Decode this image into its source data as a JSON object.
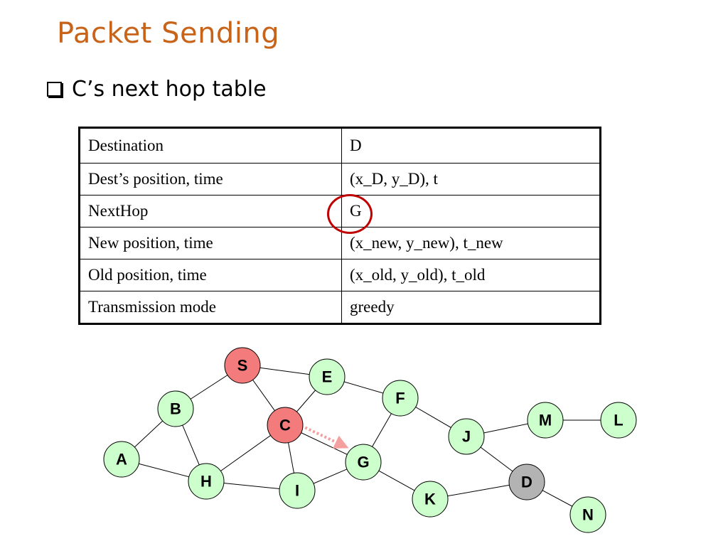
{
  "slide": {
    "title": "Packet Sending",
    "bullet": "C’s next hop table"
  },
  "table": {
    "rows": [
      {
        "field": "Destination",
        "value": "D"
      },
      {
        "field": "Dest’s position, time",
        "value": "(x_D, y_D), t"
      },
      {
        "field": "NextHop",
        "value": "G"
      },
      {
        "field": "New position, time",
        "value": "(x_new, y_new), t_new"
      },
      {
        "field": "Old position, time",
        "value": "(x_old, y_old), t_old"
      },
      {
        "field": "Transmission mode",
        "value": "greedy"
      }
    ],
    "highlight_color": "#c00000"
  },
  "network": {
    "colors": {
      "default": "#ccffcc",
      "source": "#f47b7b",
      "current": "#f47b7b",
      "destination": "#b3b3b3",
      "forward_arrow": "#f4a0a0"
    },
    "nodes": [
      {
        "id": "S",
        "role": "source"
      },
      {
        "id": "E",
        "role": "default"
      },
      {
        "id": "F",
        "role": "default"
      },
      {
        "id": "B",
        "role": "default"
      },
      {
        "id": "C",
        "role": "current"
      },
      {
        "id": "J",
        "role": "default"
      },
      {
        "id": "M",
        "role": "default"
      },
      {
        "id": "L",
        "role": "default"
      },
      {
        "id": "A",
        "role": "default"
      },
      {
        "id": "G",
        "role": "default"
      },
      {
        "id": "H",
        "role": "default"
      },
      {
        "id": "I",
        "role": "default"
      },
      {
        "id": "D",
        "role": "destination"
      },
      {
        "id": "K",
        "role": "default"
      },
      {
        "id": "N",
        "role": "default"
      }
    ],
    "edges": [
      [
        "S",
        "E"
      ],
      [
        "S",
        "B"
      ],
      [
        "S",
        "C"
      ],
      [
        "E",
        "F"
      ],
      [
        "E",
        "C"
      ],
      [
        "B",
        "A"
      ],
      [
        "B",
        "H"
      ],
      [
        "A",
        "H"
      ],
      [
        "C",
        "H"
      ],
      [
        "C",
        "I"
      ],
      [
        "C",
        "G"
      ],
      [
        "H",
        "I"
      ],
      [
        "I",
        "G"
      ],
      [
        "G",
        "F"
      ],
      [
        "G",
        "K"
      ],
      [
        "F",
        "J"
      ],
      [
        "J",
        "M"
      ],
      [
        "M",
        "L"
      ],
      [
        "J",
        "D"
      ],
      [
        "K",
        "D"
      ],
      [
        "D",
        "N"
      ]
    ],
    "forward": {
      "from": "C",
      "to": "G"
    }
  }
}
